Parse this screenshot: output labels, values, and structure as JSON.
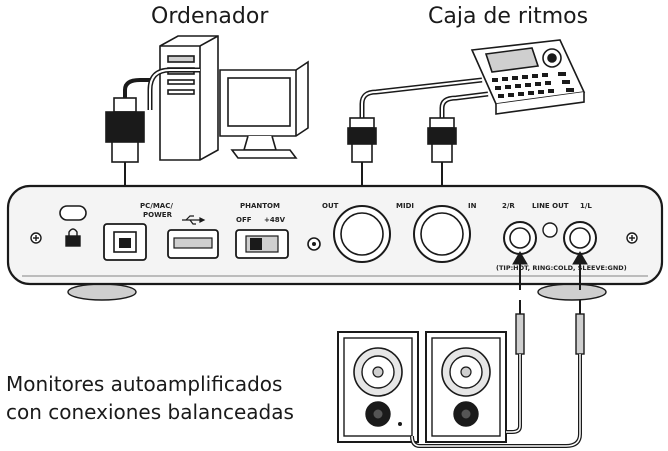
{
  "labels": {
    "computer": "Ordenador",
    "drum_machine": "Caja de ritmos",
    "monitors_line1": "Monitores autoamplificados",
    "monitors_line2": "con conexiones balanceadas"
  },
  "panel": {
    "pc_mac_line1": "PC/MAC/",
    "pc_mac_line2": "POWER",
    "phantom": "PHANTOM",
    "phantom_off": "OFF",
    "phantom_on": "+48V",
    "midi_out": "OUT",
    "midi": "MIDI",
    "midi_in": "IN",
    "line_out_right": "2/R",
    "line_out": "LINE OUT",
    "line_out_left": "1/L",
    "line_out_wiring": "(TIP:HOT, RING:COLD, SLEEVE:GND)"
  },
  "colors": {
    "line": "#1a1a1a",
    "device_fill": "#ffffff",
    "panel_fill": "#f4f4f4",
    "shade": "#cfcfcf"
  }
}
